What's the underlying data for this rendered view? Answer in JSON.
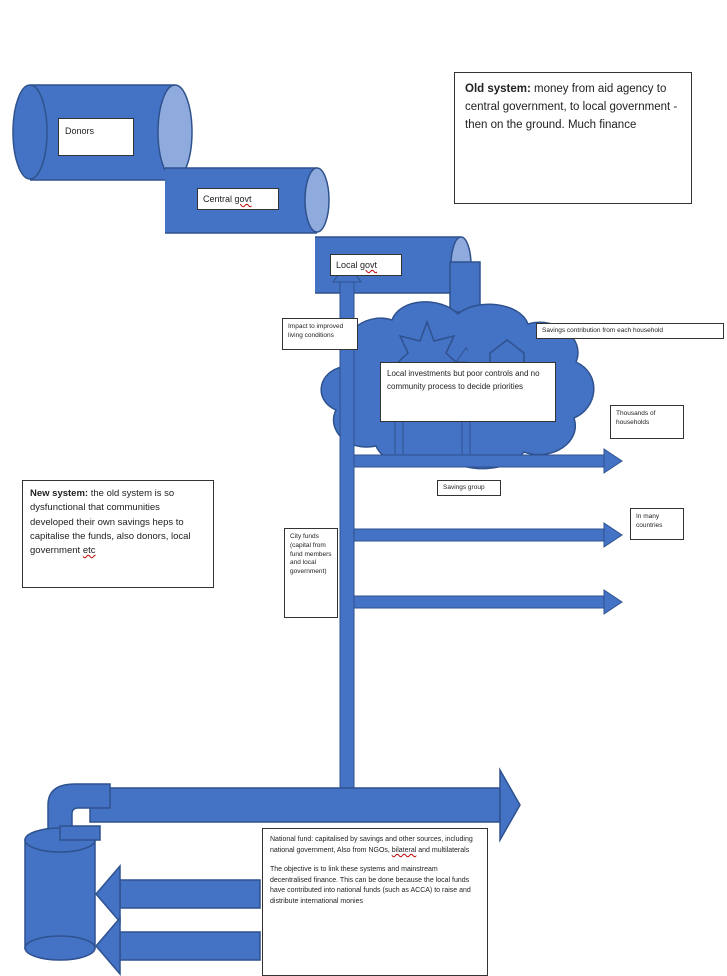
{
  "colors": {
    "pipe": "#4472c4",
    "pipe_dark": "#2f528f",
    "pipe_end": "#8faadc",
    "box_border": "#333333",
    "text": "#222222",
    "misspell_underline": "#c00000"
  },
  "old_system": {
    "pipe_labels": {
      "donors": "Donors",
      "central_prefix": "Central ",
      "central_govt": "govt",
      "local_prefix": "Local ",
      "local_govt": "govt"
    },
    "title_bold": "Old system:",
    "description": " money from aid agency to central government, to local government - then on the ground. Much finance",
    "cloud_text": "Local investments but poor controls and no community process to decide priorities"
  },
  "new_system": {
    "title_bold": "New system:",
    "description_main": " the old system is so dysfunctional that communities developed their own savings heps to capitalise the funds, also donors, local government ",
    "description_etc": "etc",
    "labels": {
      "impact": "Impact to improved living conditions",
      "savings_contribution": "Savings contribution from each household",
      "thousands": "Thousands of households",
      "savings_group": "Savings group",
      "in_many_countries": "In many countries",
      "city_funds": "City funds (capital from fund members and local government)"
    },
    "national_fund_p1_prefix": "National fund: capitalised by savings and other sources, including national government, Also from NGOs, ",
    "national_fund_p1_term": "bilateral",
    "national_fund_p1_suffix": " and multilaterals",
    "national_fund_p2": "The objective is to link these systems and mainstream decentralised finance. This can be done because the local funds have contributed into national funds (such as ACCA) to raise and distribute international monies"
  }
}
